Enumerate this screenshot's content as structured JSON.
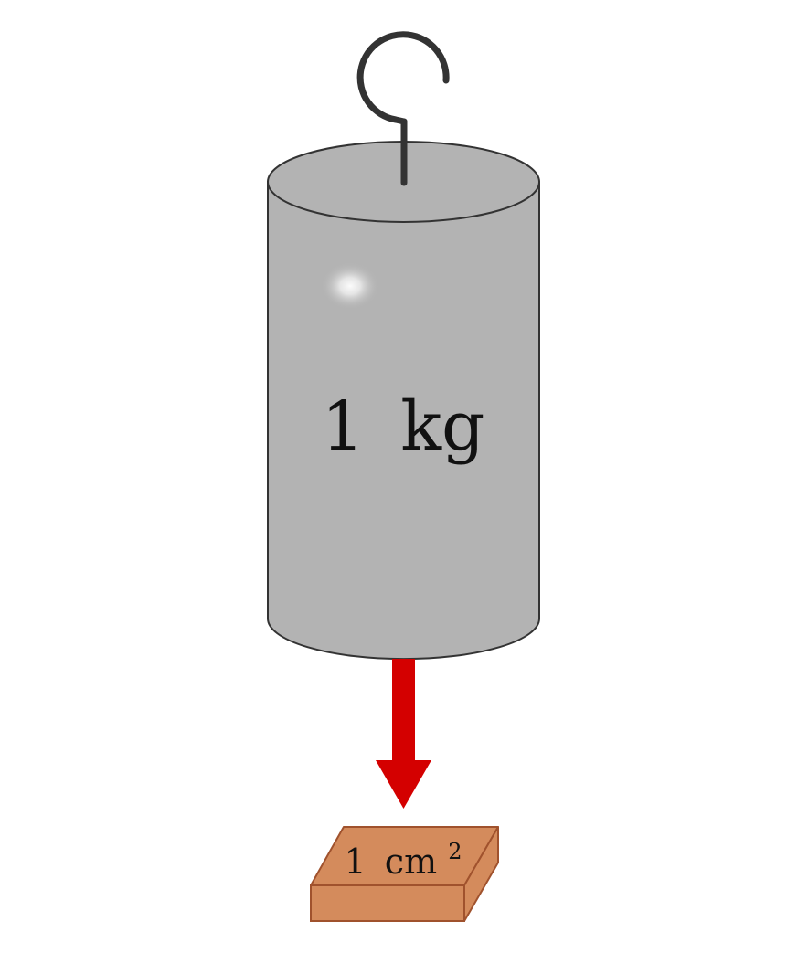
{
  "weight": {
    "value": "1",
    "unit": "kg"
  },
  "area": {
    "value": "1",
    "unit": "cm",
    "exponent": "2"
  },
  "colors": {
    "cylinder_fill": "#b3b3b3",
    "cylinder_stroke": "#333333",
    "hook": "#333333",
    "arrow": "#d40000",
    "block_front": "#d48b5c",
    "block_top": "#d48b5c",
    "block_side": "#d48b5c",
    "block_stroke": "#a0522d"
  },
  "icons": {
    "hook": "hook-icon",
    "force_arrow": "arrow-down-icon"
  }
}
